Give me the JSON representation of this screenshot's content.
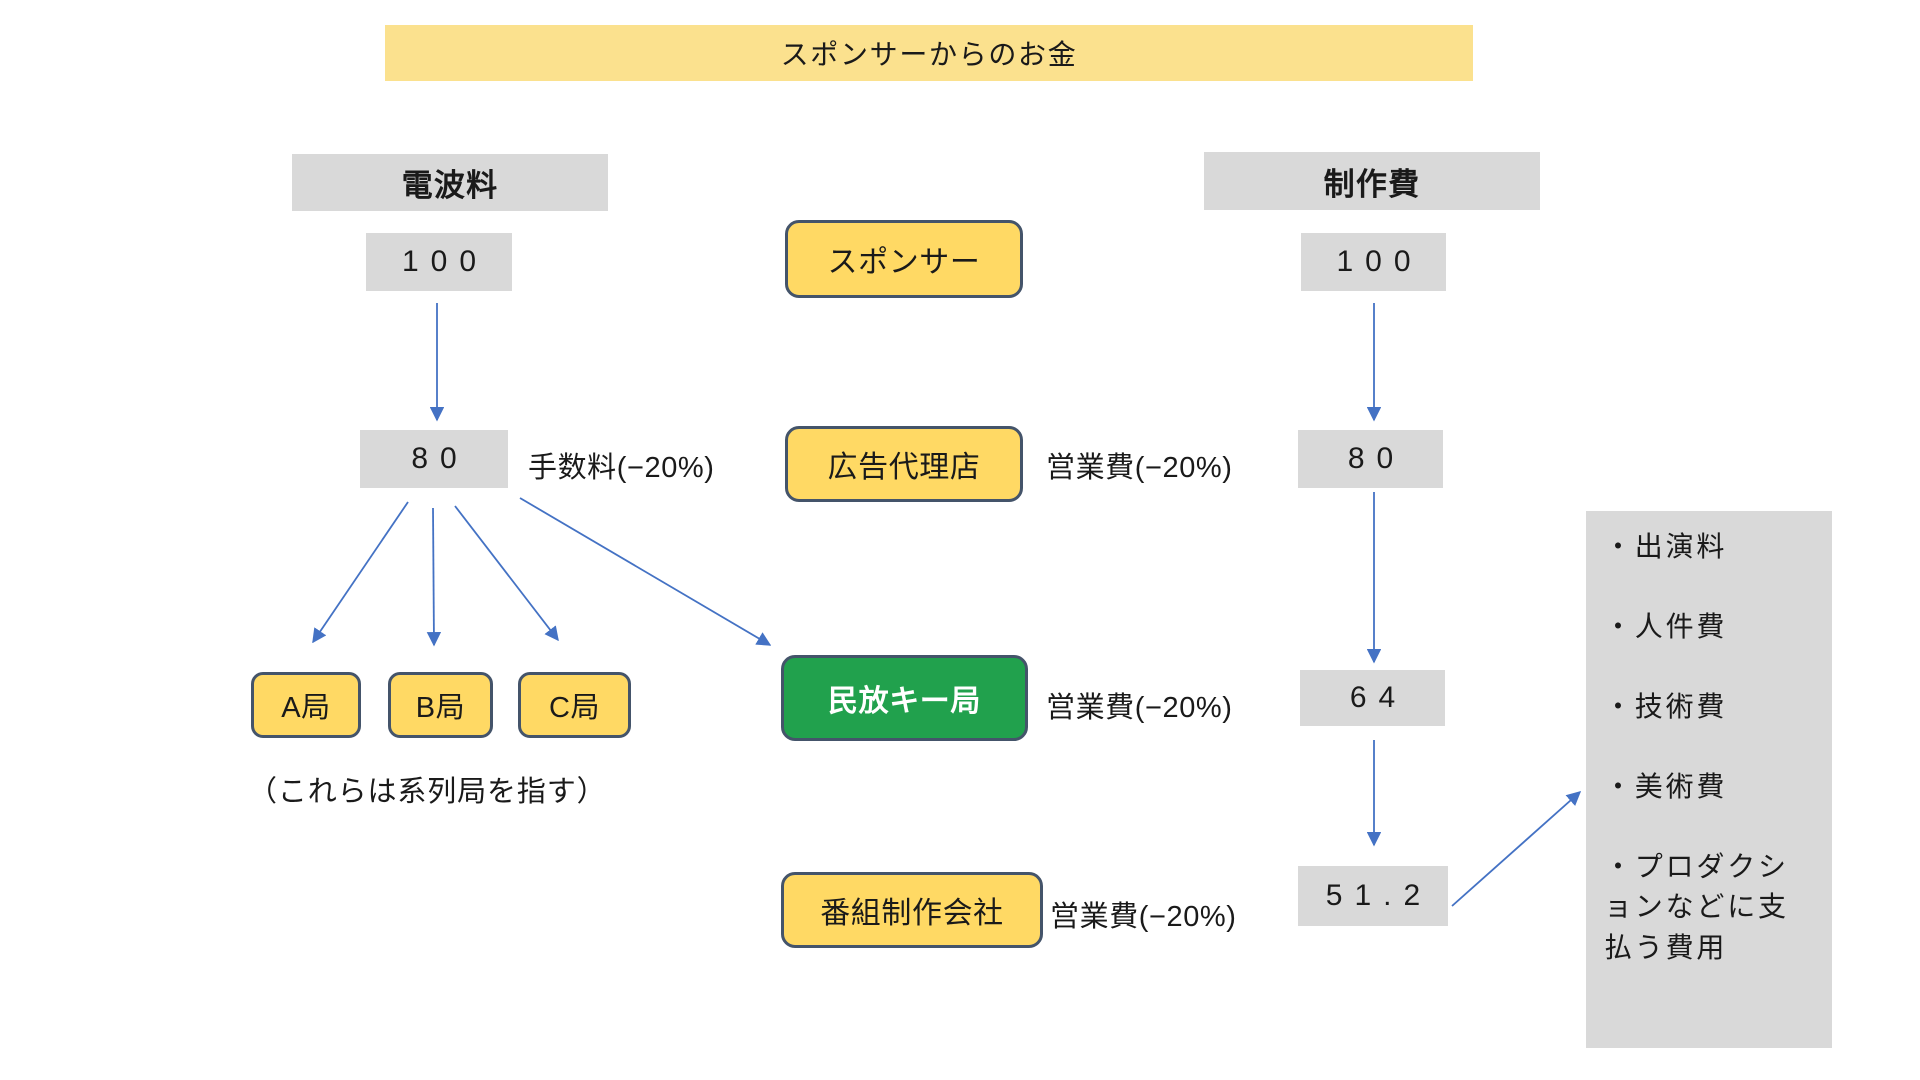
{
  "banner": {
    "label": "スポンサーからのお金"
  },
  "flow": {
    "left": {
      "header": "電波料",
      "value_100": "100",
      "value_80": "80",
      "stations": [
        {
          "label": "A局"
        },
        {
          "label": "B局"
        },
        {
          "label": "C局"
        }
      ],
      "note": "（これらは系列局を指す）"
    },
    "center": {
      "sponsor": "スポンサー",
      "ad_agency": "広告代理店",
      "key_station": "民放キー局",
      "production_company": "番組制作会社"
    },
    "right": {
      "header": "制作費",
      "value_100": "100",
      "value_80": "80",
      "value_64": "64",
      "value_51_2": "51.2"
    },
    "labels": {
      "commission": "手数料(−20%)",
      "sales_row2": "営業費(−20%)",
      "sales_row3": "営業費(−20%)",
      "sales_row4": "営業費(−20%)"
    }
  },
  "cost_panel": {
    "items": [
      {
        "label": "・出演料"
      },
      {
        "label": "・人件費"
      },
      {
        "label": "・技術費"
      },
      {
        "label": "・美術費"
      },
      {
        "label": "・プロダクションなどに支払う費用"
      }
    ]
  },
  "colors": {
    "banner_yellow": "#FBE18E",
    "node_yellow": "#FFD964",
    "node_green": "#21A14D",
    "box_gray": "#D9D9D9",
    "border_navy": "#44546A",
    "arrow_blue": "#4472C4",
    "text_black": "#1A1A1A"
  }
}
